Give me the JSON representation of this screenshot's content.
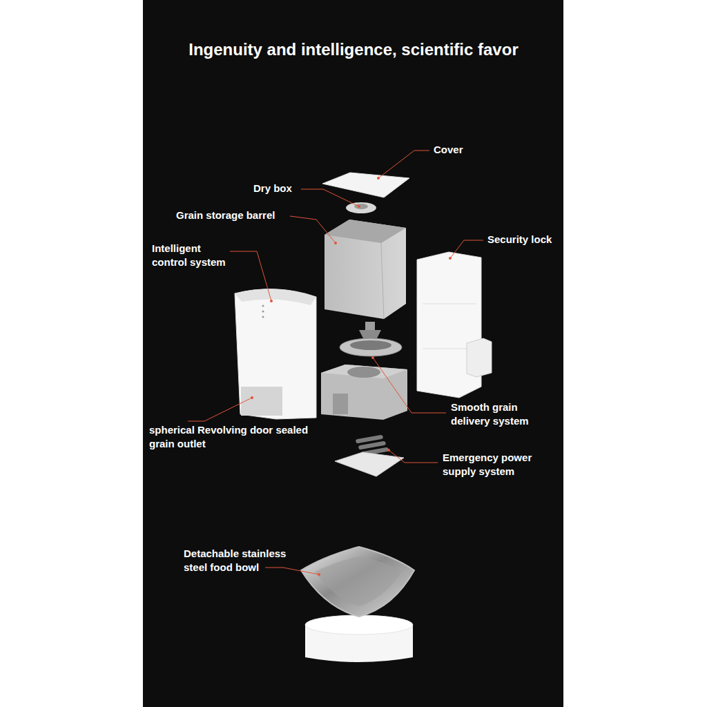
{
  "diagram": {
    "title": "Ingenuity and intelligence, scientific favor",
    "labels": [
      "Cover",
      "Dry box",
      "Grain storage barrel",
      "Intelligent control system",
      "Security lock",
      "Smooth grain delivery system",
      "spherical Revolving door sealed grain outlet",
      "Emergency power supply system",
      "Detachable stainless steel food bowl"
    ]
  }
}
